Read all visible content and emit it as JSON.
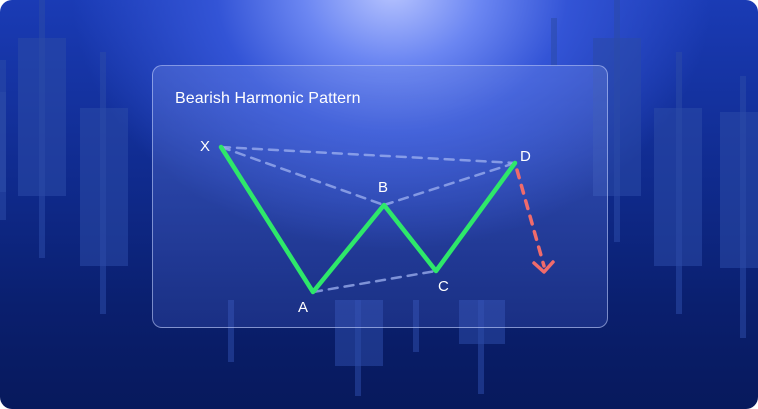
{
  "title": "Bearish Harmonic Pattern",
  "points": {
    "x": "X",
    "a": "A",
    "b": "B",
    "c": "C",
    "d": "D"
  },
  "colors": {
    "pattern_line": "#2ee86a",
    "guide_line": "#9fb1f0",
    "projection_arrow": "#f06b6b",
    "background_top": "#1a3bb5",
    "background_bottom": "#07195c"
  }
}
